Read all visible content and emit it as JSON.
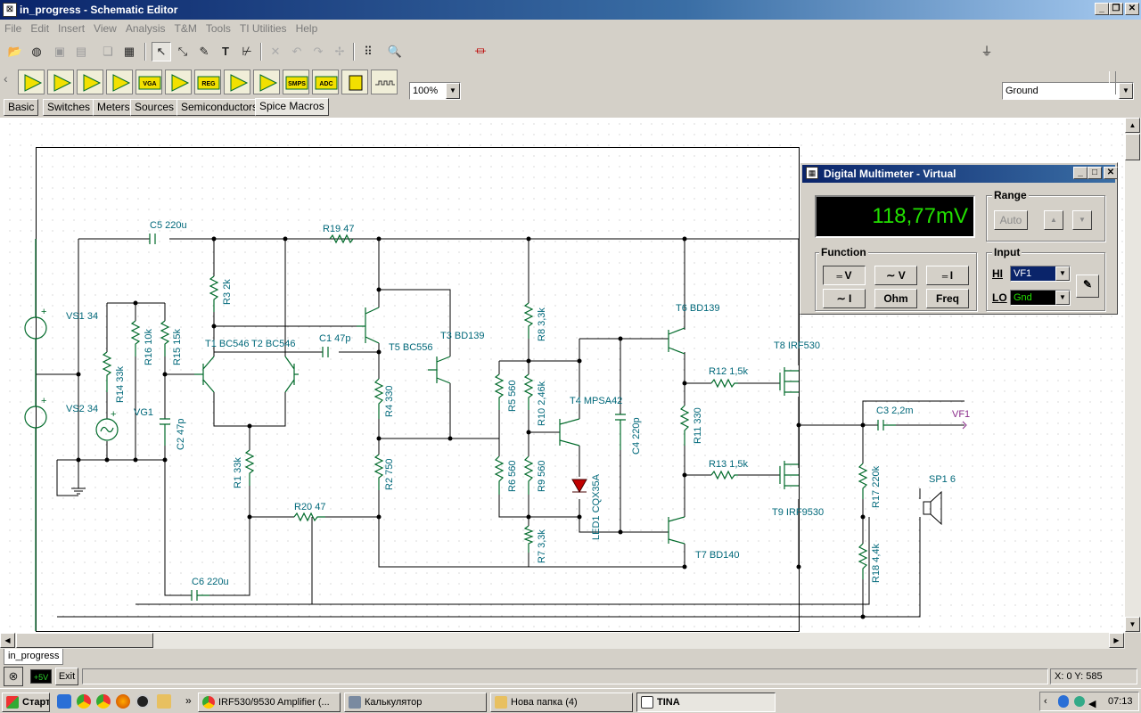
{
  "window": {
    "title": "in_progress - Schematic Editor"
  },
  "menu": [
    "File",
    "Edit",
    "Insert",
    "View",
    "Analysis",
    "T&M",
    "Tools",
    "TI Utilities",
    "Help"
  ],
  "toolbar": {
    "zoom": "100%",
    "ground_select": "Ground"
  },
  "component_tabs": [
    "Basic",
    "Switches",
    "Meters",
    "Sources",
    "Semiconductors",
    "Spice Macros"
  ],
  "component_icons": [
    "opamp-icon",
    "comparator-icon",
    "buffer-icon",
    "instrumentation-amp-icon",
    "vga-icon",
    "amplifier-icon",
    "regulator-icon",
    "opamp2-icon",
    "fully-differential-icon",
    "smps-icon",
    "adc-icon",
    "ic-icon",
    "pwm-icon"
  ],
  "component_labels": {
    "vga": "VGA",
    "reg": "REG",
    "smps": "SMPS",
    "adc": "ADC"
  },
  "schematic": {
    "labels": {
      "c5": "C5 220u",
      "r19": "R19 47",
      "vs1": "VS1 34",
      "vs2": "VS2 34",
      "r3": "R3 2k",
      "r16": "R16 10k",
      "r15": "R15 15k",
      "t1": "T1 BC546",
      "t2": "T2 BC546",
      "c1": "C1 47p",
      "t5": "T5 BC556",
      "t3": "T3 BD139",
      "r8": "R8 3,3k",
      "t6": "T6 BD139",
      "t8": "T8 IRF530",
      "r12": "R12 1,5k",
      "r14": "R14 33k",
      "vg1": "VG1",
      "c2": "C2 47p",
      "r4": "R4 330",
      "r5": "R5 560",
      "r10": "R10 2,46k",
      "t4": "T4 MPSA42",
      "c4": "C4 220p",
      "r11": "R11 330",
      "c3": "C3 2,2m",
      "vf1": "VF1",
      "r1": "R1 33k",
      "r2": "R2 750",
      "r6": "R6 560",
      "r9": "R9 560",
      "led1": "LED1 CQX35A",
      "r13": "R13 1,5k",
      "t9": "T9 IRF9530",
      "r17": "R17 220k",
      "sp1": "SP1 6",
      "r20": "R20 47",
      "r7": "R7 3,3k",
      "t7": "T7 BD140",
      "r18": "R18 4,4k",
      "c6": "C6 220u"
    }
  },
  "multimeter": {
    "title": "Digital Multimeter - Virtual",
    "reading": "118,77mV",
    "range_label": "Range",
    "auto_label": "Auto",
    "function_label": "Function",
    "functions": [
      "V",
      "V",
      "I",
      "I",
      "Ohm",
      "Freq"
    ],
    "input_label": "Input",
    "hi_label": "HI",
    "hi_value": "VF1",
    "lo_label": "LO",
    "lo_value": "Gnd"
  },
  "document_tab": "in_progress",
  "status": {
    "exit_label": "Exit",
    "coords": "X: 0  Y: 585",
    "icon_label": "+5V"
  },
  "taskbar": {
    "start_label": "Старт",
    "tasks": [
      "IRF530/9530 Amplifier (...",
      "Калькулятор",
      "Нова папка (4)",
      "TINA"
    ],
    "clock": "07:13"
  }
}
